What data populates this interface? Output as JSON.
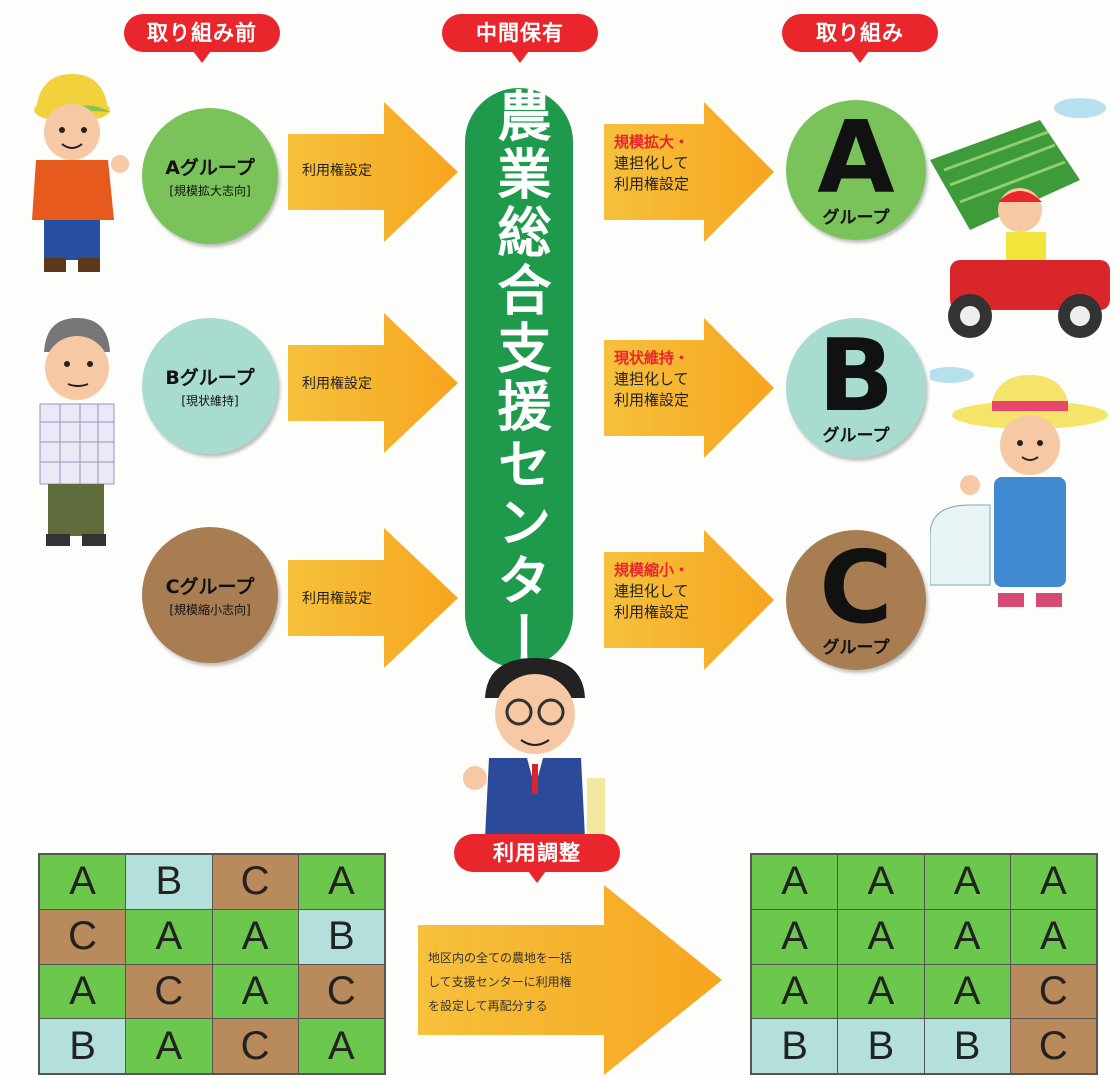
{
  "headers": {
    "before": "取り組み前",
    "middle": "中間保有",
    "after": "取り組み",
    "adjust": "利用調整"
  },
  "left_groups": [
    {
      "name": "Aグループ",
      "sub": "[規模拡大志向]",
      "color": "#7ac35a"
    },
    {
      "name": "Bグループ",
      "sub": "[現状維持]",
      "color": "#a8dcd0"
    },
    {
      "name": "Cグループ",
      "sub": "[規模縮小志向]",
      "color": "#a97d52"
    }
  ],
  "left_arrow_label": [
    "利用権設定",
    "利用権設定",
    "利用権設定"
  ],
  "center": "農業総合支援センター",
  "right_arrows": [
    {
      "highlight": "規模拡大・",
      "line2": "連担化して",
      "line3": "利用権設定"
    },
    {
      "highlight": "現状維持・",
      "line2": "連担化して",
      "line3": "利用権設定"
    },
    {
      "highlight": "規模縮小・",
      "line2": "連担化して",
      "line3": "利用権設定"
    }
  ],
  "right_groups": [
    {
      "letter": "A",
      "label": "グループ",
      "color": "#7ac35a"
    },
    {
      "letter": "B",
      "label": "グループ",
      "color": "#a8dcd0"
    },
    {
      "letter": "C",
      "label": "グループ",
      "color": "#a97d52"
    }
  ],
  "grid_before": [
    [
      "A",
      "B",
      "C",
      "A"
    ],
    [
      "C",
      "A",
      "A",
      "B"
    ],
    [
      "A",
      "C",
      "A",
      "C"
    ],
    [
      "B",
      "A",
      "C",
      "A"
    ]
  ],
  "grid_after": [
    [
      "A",
      "A",
      "A",
      "A"
    ],
    [
      "A",
      "A",
      "A",
      "A"
    ],
    [
      "A",
      "A",
      "A",
      "C"
    ],
    [
      "B",
      "B",
      "B",
      "C"
    ]
  ],
  "bottom_arrow_text": [
    "地区内の全ての農地を一括",
    "して支援センターに利用権",
    "を設定して再配分する"
  ]
}
